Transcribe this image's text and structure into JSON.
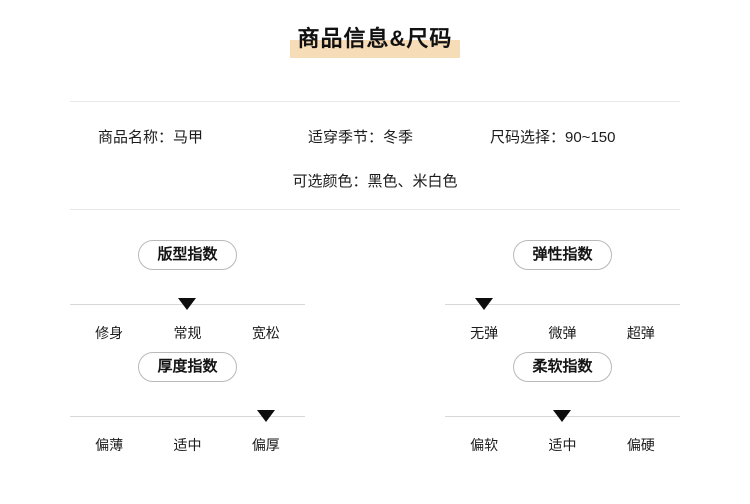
{
  "header": {
    "title": "商品信息&尺码",
    "highlight_color": "#f7dcb8"
  },
  "info": {
    "product_name": "商品名称：马甲",
    "season": "适穿季节：冬季",
    "size_range": "尺码选择：90~150",
    "colors": "可选颜色：黑色、米白色"
  },
  "indices": [
    {
      "name": "版型指数",
      "labels": [
        "修身",
        "常规",
        "宽松"
      ],
      "selected_index": 1,
      "selected_label": "常规"
    },
    {
      "name": "弹性指数",
      "labels": [
        "无弹",
        "微弹",
        "超弹"
      ],
      "selected_index": 0,
      "selected_label": "无弹"
    },
    {
      "name": "厚度指数",
      "labels": [
        "偏薄",
        "适中",
        "偏厚"
      ],
      "selected_index": 2,
      "selected_label": "偏厚"
    },
    {
      "name": "柔软指数",
      "labels": [
        "偏软",
        "适中",
        "偏硬"
      ],
      "selected_index": 1,
      "selected_label": "适中"
    }
  ]
}
